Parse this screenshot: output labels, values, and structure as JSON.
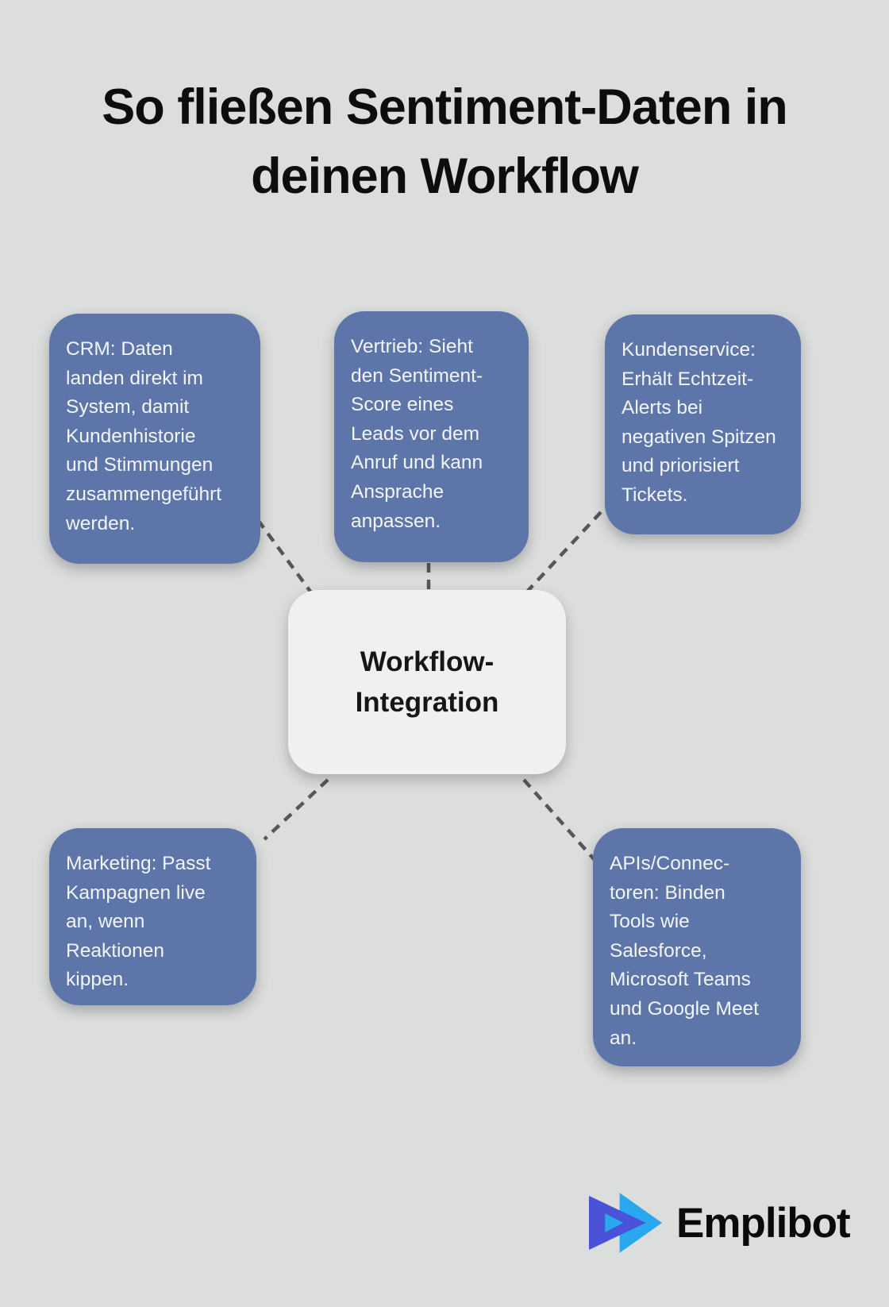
{
  "title": "So fließen Sentiment-Daten in\ndeinen Workflow",
  "center": {
    "label": "Workflow-\nIntegration"
  },
  "nodes": [
    {
      "id": "crm",
      "text": "CRM: Daten\nlanden direkt im\nSystem, damit\nKundenhistorie\nund Stimmungen\nzusammengeführt\nwerden."
    },
    {
      "id": "vertrieb",
      "text": "Vertrieb: Sieht\nden Sentiment-\nScore eines\nLeads vor dem\nAnruf und kann\nAnsprache\nanpassen."
    },
    {
      "id": "kundenservice",
      "text": "Kundenservice:\nErhält Echtzeit-\nAlerts bei\nnegativen Spitzen\nund priorisiert\nTickets."
    },
    {
      "id": "marketing",
      "text": "Marketing: Passt\nKampagnen live\nan, wenn\nReaktionen\nkippen."
    },
    {
      "id": "apis",
      "text": "APIs/Connec-\ntoren: Binden\nTools wie\nSalesforce,\nMicrosoft Teams\nund Google Meet\nan."
    }
  ],
  "logo": {
    "text": "Emplibot"
  },
  "colors": {
    "background": "#dcdedd",
    "node_fill": "#5e75a9",
    "node_text": "#f2f5f9",
    "center_fill": "#f0f0f2",
    "connector": "#575757",
    "title_text": "#0d0d0d",
    "logo_indigo": "#4a53d8",
    "logo_cyan": "#29a7ef"
  }
}
